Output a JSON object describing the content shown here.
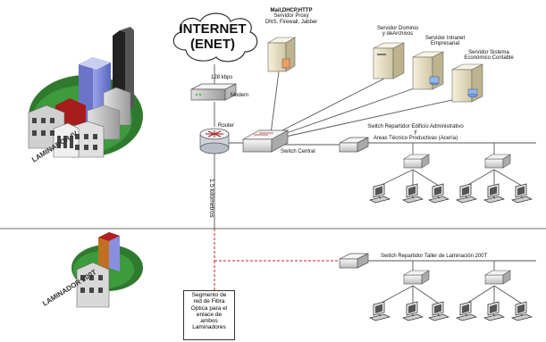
{
  "internet": {
    "line1": "INTERNET",
    "line2": "(ENET)"
  },
  "speed": "128 kbps",
  "modem": "Modem",
  "router": "Router",
  "distance": "1.5 kilómetros",
  "server_proxy": {
    "line1": "Mail,DHCP,HTTP",
    "line2": "Servidor Proxy",
    "line3": "DNS, Firewall, Jabber"
  },
  "server_domain": {
    "line1": "Servidor Dominio",
    "line2": "y deArchivos"
  },
  "server_intranet": {
    "line1": "Servidor Intranet",
    "line2": "Empresarial"
  },
  "server_system": {
    "line1": "Servidor Sistema",
    "line2": "Económico Contable"
  },
  "switch_central": "Switch Central",
  "switch_admin": {
    "line1": "Switch Repartidor Edificio Administrativo",
    "line2": "y",
    "line3": "Areas Técnico Productivas (Acería)"
  },
  "switch_taller": "Switch Repartidor Taller de Laminación 200T",
  "fiber": {
    "line1": "Segmento de",
    "line2": "red de Fibra",
    "line3": "Optica para el",
    "line4": "enlace de",
    "line5": "ambos",
    "line6": "Laminadores"
  },
  "site_top": "LAMINADOR IV",
  "site_bottom": "LAMINADOR 200T",
  "colors": {
    "line": "#555555",
    "fiber": "#cc2222",
    "divider": "#888888",
    "building_blue": "#7a86d8",
    "building_red": "#b02020",
    "grass": "#3a8a3a",
    "server": "#f0ead0"
  }
}
